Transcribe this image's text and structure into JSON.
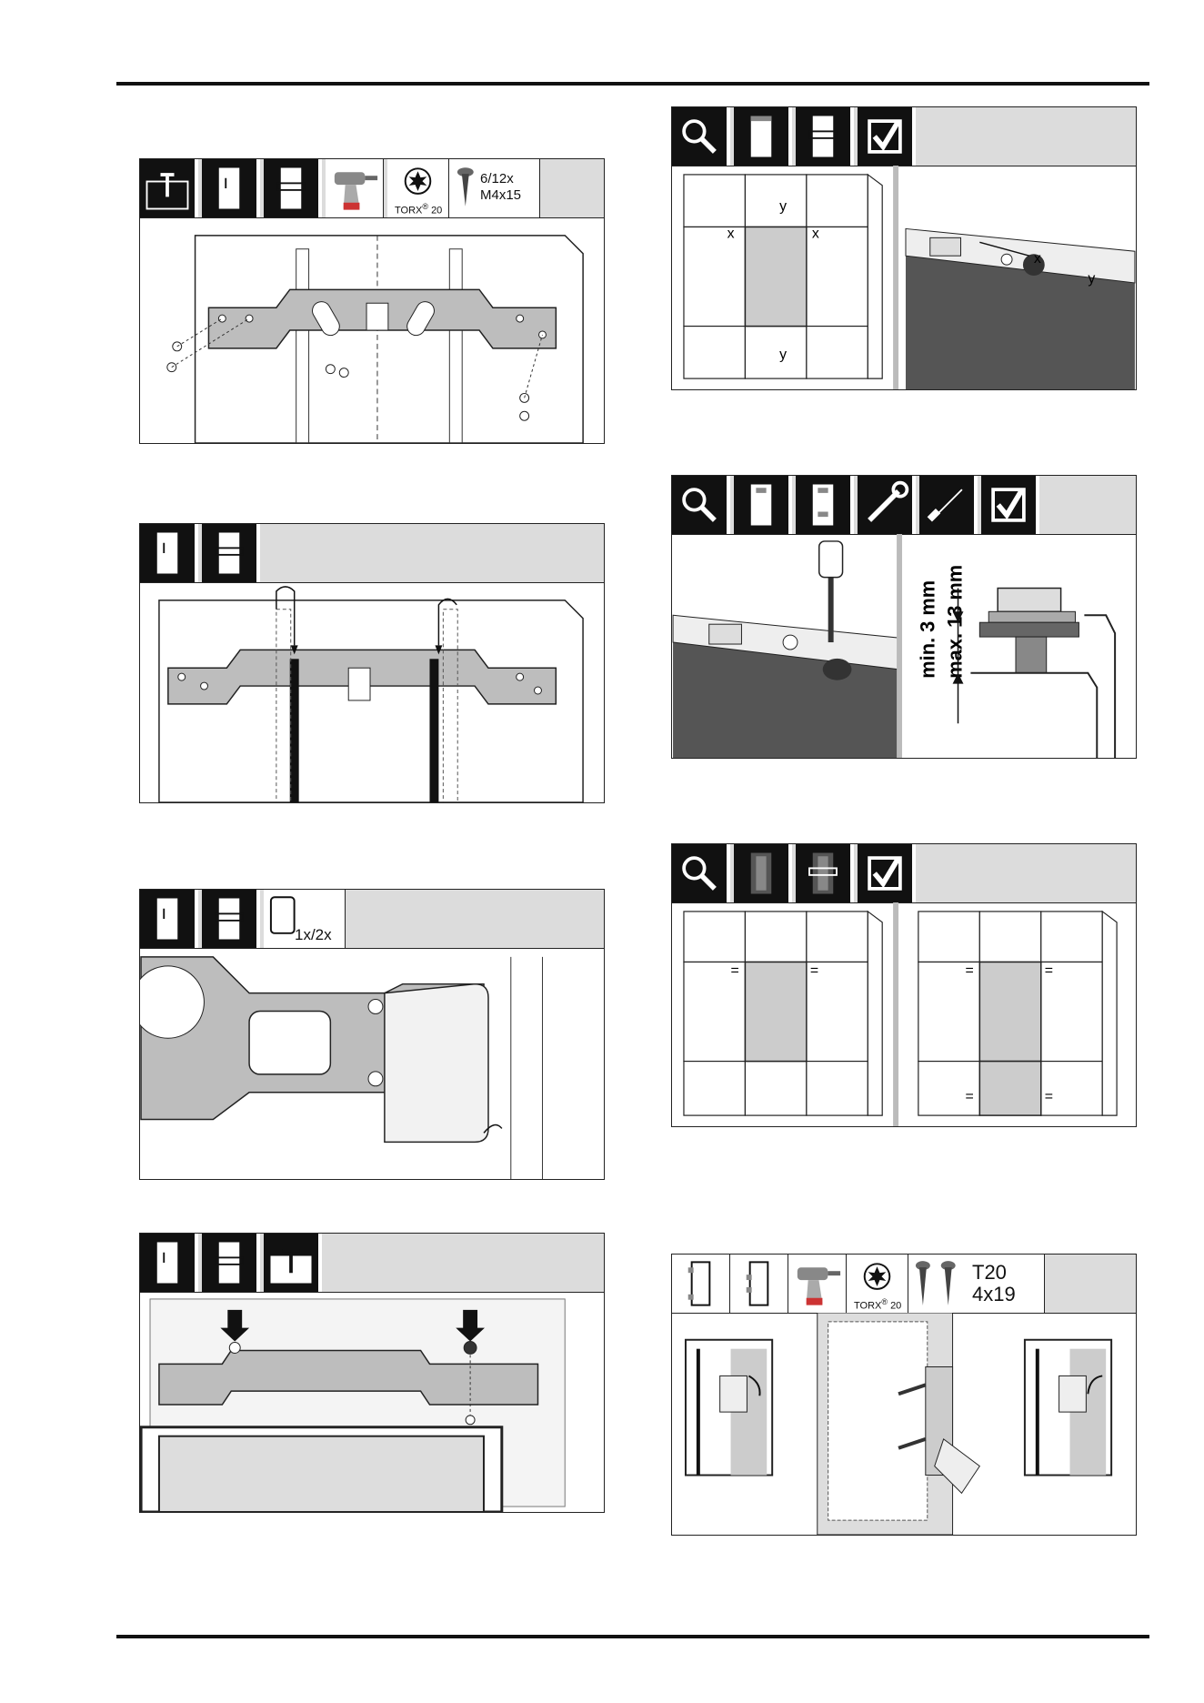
{
  "panels": {
    "p1": {
      "tool_label": "TORX",
      "tool_size": "20",
      "screw_count": "6/12x",
      "screw_size": "M4x15"
    },
    "p3": {
      "cap_count": "1x/2x"
    },
    "r1": {
      "label_x": "x",
      "label_y": "y"
    },
    "r2": {
      "min_label": "min. 3 mm",
      "max_label": "max. 13 mm"
    },
    "r3": {
      "equal_sign": "="
    },
    "r4": {
      "tool_label": "TORX",
      "tool_size": "20",
      "screw_type": "T20",
      "screw_size": "4x19"
    }
  },
  "colors": {
    "tile_dark": "#111111",
    "header_bg": "#dcdcdc",
    "panel_gray": "#bdbdbd"
  },
  "icons": [
    "magnifier-icon",
    "door-hinge-icon",
    "check-icon",
    "wrench-icon",
    "screwdriver-icon",
    "drill-icon",
    "torx-icon",
    "screw-icon",
    "cover-cap-icon"
  ]
}
